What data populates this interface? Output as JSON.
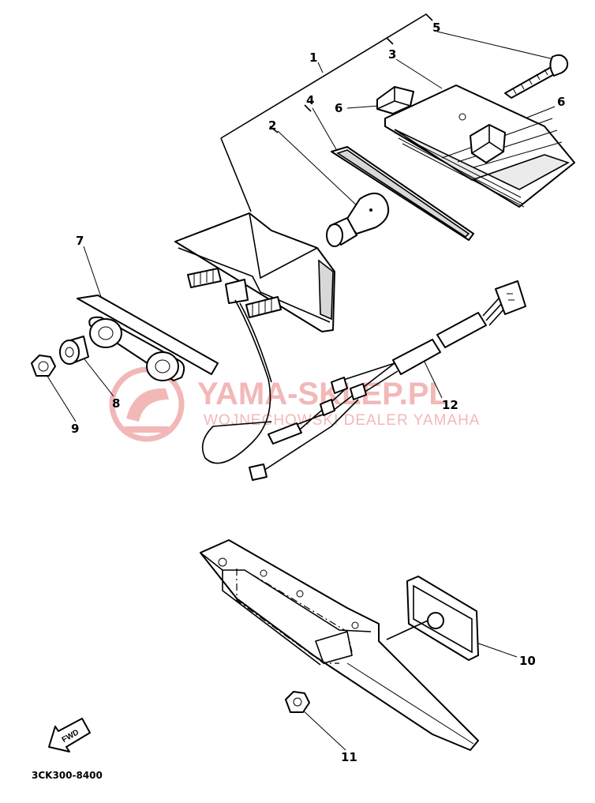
{
  "callouts": {
    "c1": "1",
    "c2": "2",
    "c3": "3",
    "c4": "4",
    "c5": "5",
    "c6a": "6",
    "c6b": "6",
    "c7": "7",
    "c8": "8",
    "c9": "9",
    "c10": "10",
    "c11": "11",
    "c12": "12"
  },
  "diagram_code": "3CK300-8400",
  "fwd_label": "FWD",
  "watermark": {
    "title": "YAMA-SKLEP.PL",
    "subtitle": "WOJNECHOWSKI DEALER YAMAHA"
  },
  "colors": {
    "ink": "#000000",
    "watermark": "#f2b8b8",
    "shade": "#d8d8d8"
  }
}
